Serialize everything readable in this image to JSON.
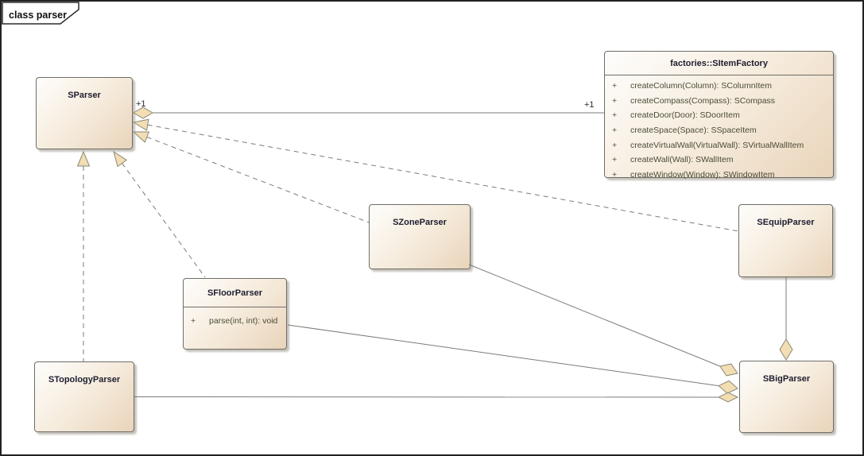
{
  "frame": {
    "label": "class parser"
  },
  "colors": {
    "box_fill_light": "#fefdfc",
    "box_fill_dark": "#e9d4ba",
    "box_border": "#6e6e68",
    "connector": "#7b7b78",
    "arrowhead_fill": "#f3ddb3",
    "arrowhead_border": "#8a8a78",
    "class_name_text": "#1e1e30",
    "member_text": "#4b4b36",
    "label_text": "#2a2a2a"
  },
  "classes": {
    "sparser": {
      "name": "SParser"
    },
    "sitemfactory": {
      "name": "factories::SItemFactory",
      "methods": [
        {
          "vis": "+",
          "sig": "createColumn(Column): SColumnItem"
        },
        {
          "vis": "+",
          "sig": "createCompass(Compass): SCompass"
        },
        {
          "vis": "+",
          "sig": "createDoor(Door): SDoorItem"
        },
        {
          "vis": "+",
          "sig": "createSpace(Space): SSpaceItem"
        },
        {
          "vis": "+",
          "sig": "createVirtualWall(VirtualWall): SVirtualWallItem"
        },
        {
          "vis": "+",
          "sig": "createWall(Wall): SWallItem"
        },
        {
          "vis": "+",
          "sig": "createWindow(Window): SWindowItem"
        }
      ]
    },
    "szoneparser": {
      "name": "SZoneParser"
    },
    "sequipparser": {
      "name": "SEquipParser"
    },
    "sfloorparser": {
      "name": "SFloorParser",
      "methods": [
        {
          "vis": "+",
          "sig": "parse(int, int): void"
        }
      ]
    },
    "stopologyparser": {
      "name": "STopologyParser"
    },
    "sbigparser": {
      "name": "SBigParser"
    }
  },
  "relationships": {
    "sparser_aggregates_sitemfactory": {
      "type": "aggregation",
      "source_multiplicity": "+1",
      "target_multiplicity": "+1"
    },
    "sequipparser_realizes_sparser": {
      "type": "realization"
    },
    "szoneparser_realizes_sparser": {
      "type": "realization"
    },
    "stopologyparser_realizes_sparser": {
      "type": "realization"
    },
    "sfloorparser_realizes_sparser": {
      "type": "realization"
    },
    "sbigparser_aggregates_szoneparser": {
      "type": "aggregation"
    },
    "sbigparser_aggregates_sfloorparser": {
      "type": "aggregation"
    },
    "sbigparser_aggregates_stopologyparser": {
      "type": "aggregation"
    },
    "sbigparser_aggregates_sequipparser": {
      "type": "aggregation"
    }
  }
}
